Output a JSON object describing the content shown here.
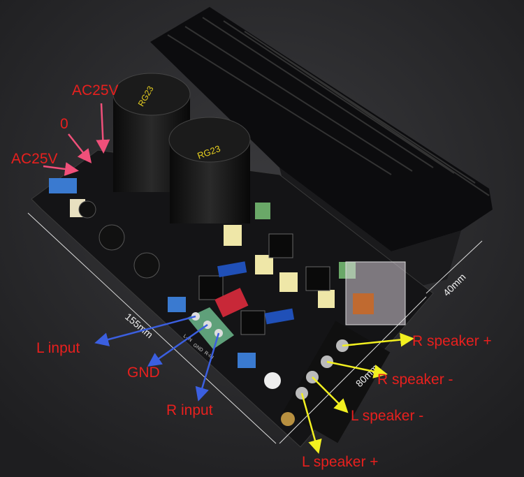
{
  "labels": {
    "ac25v_top": "AC25V",
    "zero": "0",
    "ac25v_left": "AC25V",
    "l_input": "L input",
    "gnd": "GND",
    "r_input": "R input",
    "r_speaker_plus": "R speaker +",
    "r_speaker_minus": "R speaker -",
    "l_speaker_minus": "L speaker -",
    "l_speaker_plus": "L speaker +"
  },
  "dimensions": {
    "length": "155mm",
    "width": "80mm",
    "height": "40mm"
  },
  "capacitor_marking": "RG23",
  "silkscreen": {
    "lin": "L-IN",
    "gnd": "GND",
    "rin": "R-IN"
  },
  "colors": {
    "label_red": "#e8201e",
    "arrow_pink": "#f0507a",
    "arrow_blue": "#3b5fe0",
    "arrow_yellow": "#f2f020",
    "pcb": "#141416",
    "heatsink": "#0c0c0e",
    "terminal_green": "#5fa07a"
  }
}
